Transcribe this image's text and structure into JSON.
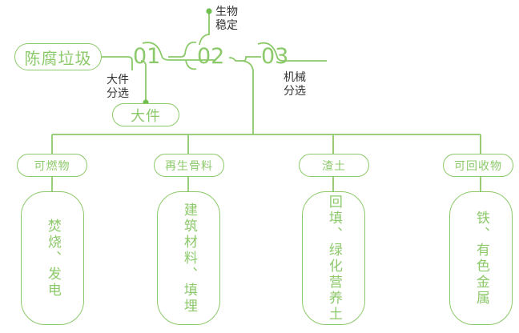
{
  "theme": {
    "green": "#8CC96A",
    "green_light": "#A9D98E",
    "text_dark": "#333333",
    "background": "#FFFFFF"
  },
  "diagram": {
    "type": "process-flowchart",
    "title": "",
    "start_node": {
      "label": "陈腐垃圾"
    },
    "stages": [
      {
        "number": "01",
        "process_label": "大件\n分选",
        "process_label_line1": "大件",
        "process_label_line2": "分选",
        "output": "大件",
        "output_position": "below"
      },
      {
        "number": "02",
        "process_label": "生物\n稳定",
        "process_label_line1": "生物",
        "process_label_line2": "稳定",
        "output": "",
        "output_position": "above"
      },
      {
        "number": "03",
        "process_label": "机械\n分选",
        "process_label_line1": "机械",
        "process_label_line2": "分选",
        "output": "",
        "output_position": "below"
      }
    ],
    "branch_outputs": [
      {
        "category": "可燃物",
        "use": "焚烧、发电"
      },
      {
        "category": "再生骨料",
        "use": "建筑材料、填埋"
      },
      {
        "category": "渣土",
        "use": "回填、绿化营养土"
      },
      {
        "category": "可回收物",
        "use": "铁、有色金属"
      }
    ],
    "intermediate_output": {
      "label": "大件"
    }
  }
}
